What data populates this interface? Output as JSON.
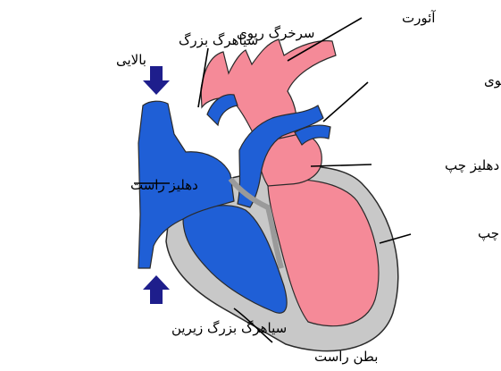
{
  "labels": {
    "superior_vena_cava_line1": "سیاهرگ بزرگ",
    "superior_vena_cava_line2": "بالایی",
    "pulmonary_artery": "سرخرگ ریوی",
    "aorta": "آئورت",
    "pulmonary_vein": "سیاهرگ ریوی",
    "right_atrium": "دهلیز راست",
    "left_atrium": "دهلیز چپ",
    "left_ventricle": "بطن چپ",
    "inferior_vena_cava": "سیاهرگ بزرگ زیرین",
    "right_ventricle": "بطن راست"
  },
  "colors": {
    "deoxygenated": "#1f5fd6",
    "oxygenated": "#f58a98",
    "muscle_wall": "#c8c8c8",
    "outline": "#2a2a2a",
    "flow_arrow": "#1e1e8c"
  }
}
